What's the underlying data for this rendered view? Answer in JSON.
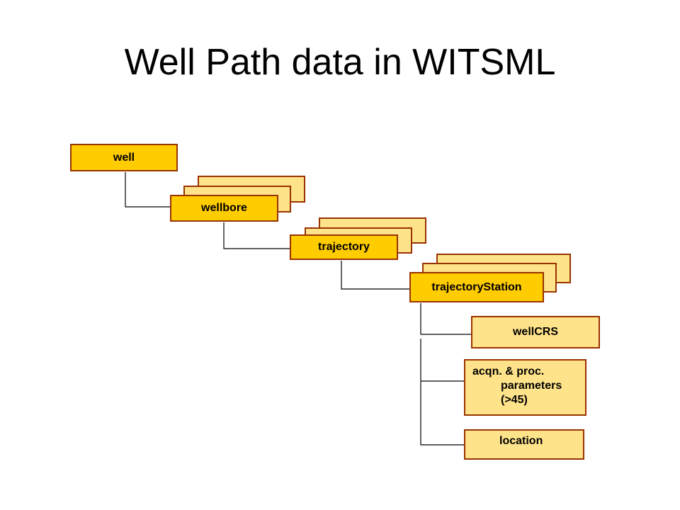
{
  "title": "Well Path data in WITSML",
  "nodes": {
    "well": "well",
    "wellbore": "wellbore",
    "trajectory": "trajectory",
    "trajectoryStation": "trajectoryStation",
    "wellCRS": "wellCRS",
    "params_line1": "acqn. & proc.",
    "params_line2": "parameters",
    "params_line3": "(>45)",
    "location": "location"
  },
  "colors": {
    "box_fill": "#ffcc00",
    "box_fill_light": "#ffe38a",
    "box_border": "#993300",
    "connector": "#000000"
  }
}
